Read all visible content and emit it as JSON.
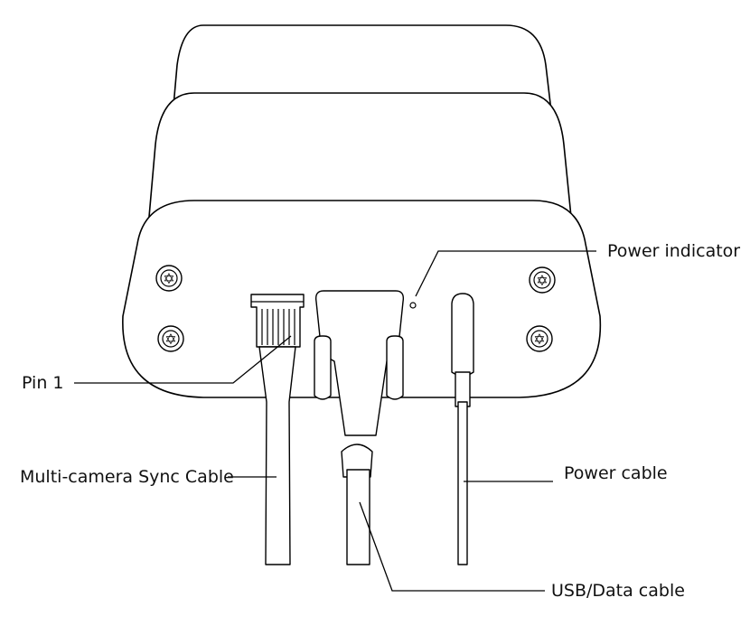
{
  "labels": {
    "power_indicator": "Power indicator",
    "pin1": "Pin 1",
    "sync_cable": "Multi-camera Sync Cable",
    "power_cable": "Power cable",
    "usb_cable": "USB/Data cable"
  },
  "colors": {
    "line": "#000000",
    "background": "#ffffff",
    "text": "#111111"
  },
  "icons": {
    "screws": "star-screw-icon"
  }
}
